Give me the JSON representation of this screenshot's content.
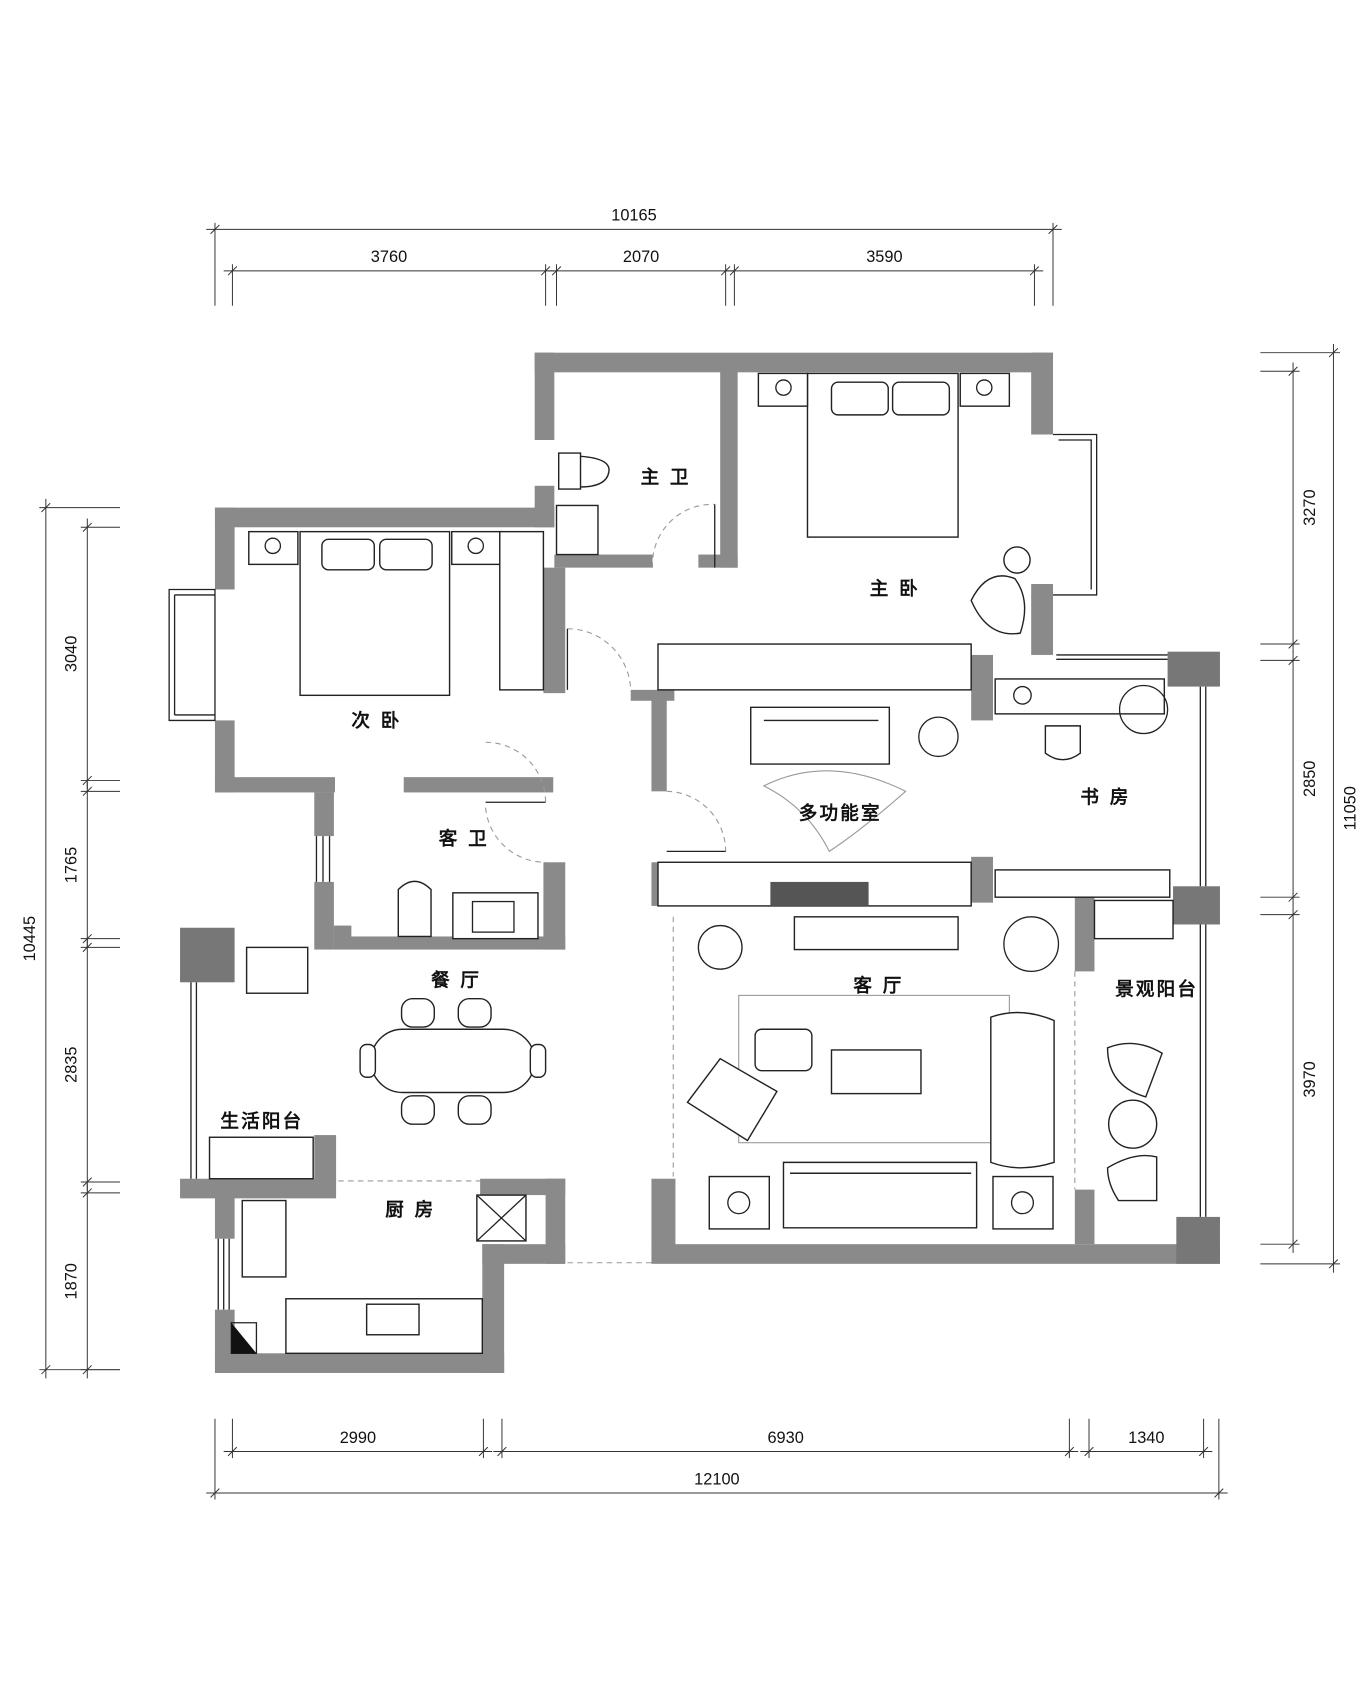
{
  "rooms": {
    "master_bath": "主 卫",
    "master_bedroom": "主 卧",
    "second_bedroom": "次 卧",
    "guest_bath": "客 卫",
    "multi_room": "多功能室",
    "study": "书 房",
    "living_room": "客 厅",
    "view_balcony": "景观阳台",
    "dining_room": "餐 厅",
    "utility_balcony": "生活阳台",
    "kitchen": "厨 房"
  },
  "dimensions": {
    "top_total": "10165",
    "top": [
      "3760",
      "2070",
      "3590"
    ],
    "left_total": "10445",
    "left": [
      "3040",
      "1765",
      "2835",
      "1870"
    ],
    "right_total": "11050",
    "right": [
      "3270",
      "2850",
      "3970"
    ],
    "bottom": [
      "2990",
      "6930",
      "1340"
    ],
    "bottom_total": "12100"
  },
  "colors": {
    "wall": "#8a8a8a",
    "line": "#222222"
  }
}
